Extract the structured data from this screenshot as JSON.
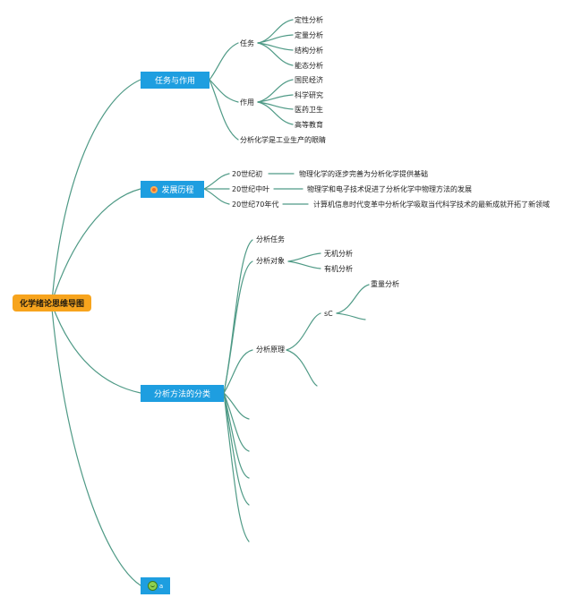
{
  "root": {
    "label": "化学绪论思维导图"
  },
  "branches": {
    "tasks": {
      "label": "任务与作用",
      "task": {
        "label": "任务",
        "items": [
          "定性分析",
          "定量分析",
          "结构分析",
          "能态分析"
        ]
      },
      "role": {
        "label": "作用",
        "items": [
          "国民经济",
          "科学研究",
          "医药卫生",
          "高等教育"
        ]
      },
      "eye": "分析化学是工业生产的眼睛"
    },
    "history": {
      "label": "发展历程",
      "stages": [
        {
          "period": "20世纪初",
          "desc": "物理化学的逐步完善为分析化学提供基础"
        },
        {
          "period": "20世纪中叶",
          "desc": "物理学和电子技术促进了分析化学中物理方法的发展"
        },
        {
          "period": "20世纪70年代",
          "desc": "计算机信息时代变革中分析化学吸取当代科学技术的最新成就开拓了新领域"
        }
      ]
    },
    "methods": {
      "label": "分析方法的分类",
      "task_label": "分析任务",
      "object": {
        "label": "分析对象",
        "items": [
          "无机分析",
          "有机分析"
        ]
      },
      "principle": {
        "label": "分析原理",
        "sub": {
          "label": "sC",
          "item": "重量分析"
        }
      }
    },
    "extra": {
      "label": "a"
    }
  },
  "colors": {
    "root_bg": "#f7a41d",
    "branch_bg": "#1e9ee0",
    "line": "#4f9a86"
  }
}
